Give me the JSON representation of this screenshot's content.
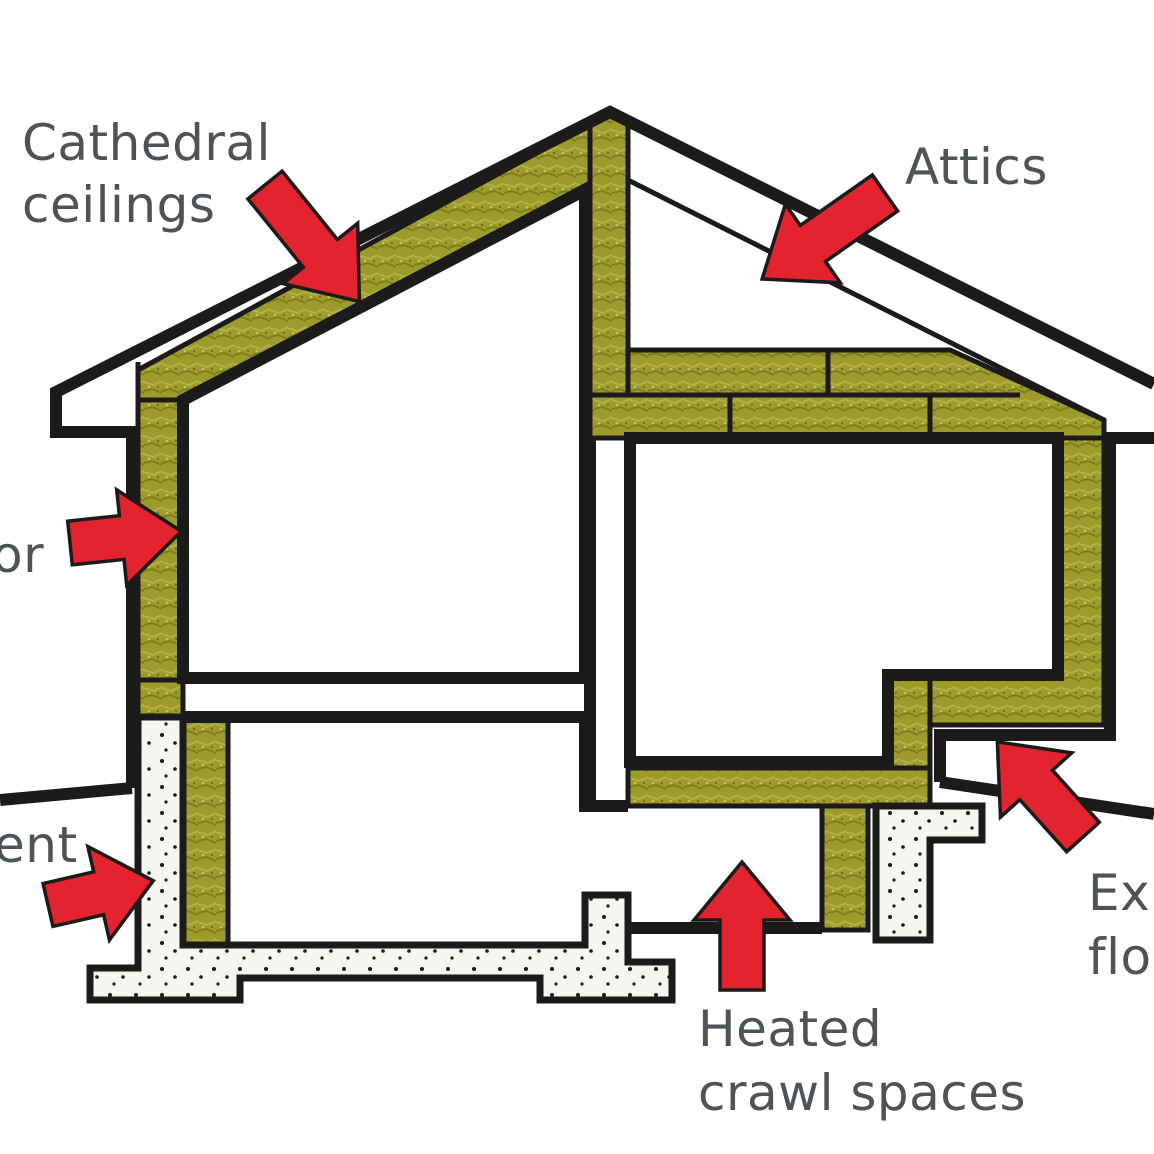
{
  "colors": {
    "insulation": "#9c9b2b",
    "arrow": "#e3232d",
    "outline": "#1b1b1b",
    "label_text": "#4d5357",
    "concrete": "#f7f5ef"
  },
  "labels": {
    "cathedral_line1": "Cathedral",
    "cathedral_line2": "ceilings",
    "attics": "Attics",
    "exterior_walls_partial": "or",
    "basement_partial": "ent",
    "heated_line1": "Heated",
    "heated_line2": "crawl spaces",
    "exposed_line1": "Exp",
    "exposed_line2": "flo"
  }
}
